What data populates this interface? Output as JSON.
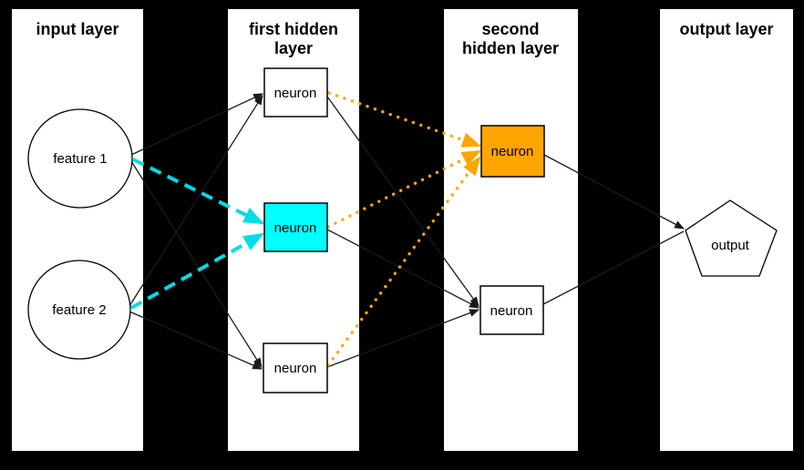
{
  "panels": [
    {
      "id": "input-layer",
      "title_lines": [
        "input layer"
      ]
    },
    {
      "id": "first-hidden-layer",
      "title_lines": [
        "first hidden",
        "layer"
      ]
    },
    {
      "id": "second-hidden-layer",
      "title_lines": [
        "second",
        "hidden layer"
      ]
    },
    {
      "id": "output-layer",
      "title_lines": [
        "output layer"
      ]
    }
  ],
  "nodes": {
    "feature1": {
      "label": "feature 1",
      "shape": "circle"
    },
    "feature2": {
      "label": "feature 2",
      "shape": "circle"
    },
    "h1_top": {
      "label": "neuron",
      "shape": "rect"
    },
    "h1_mid": {
      "label": "neuron",
      "shape": "rect",
      "highlight": "cyan"
    },
    "h1_bot": {
      "label": "neuron",
      "shape": "rect"
    },
    "h2_top": {
      "label": "neuron",
      "shape": "rect",
      "highlight": "orange"
    },
    "h2_bot": {
      "label": "neuron",
      "shape": "rect"
    },
    "output": {
      "label": "output",
      "shape": "pentagon"
    }
  },
  "edges": [
    {
      "from": "feature1",
      "to": "h1_top",
      "style": "solid-black-arrow"
    },
    {
      "from": "feature1",
      "to": "h1_bot",
      "style": "solid-black-arrow"
    },
    {
      "from": "feature2",
      "to": "h1_top",
      "style": "solid-black-arrow"
    },
    {
      "from": "feature2",
      "to": "h1_bot",
      "style": "solid-black-arrow"
    },
    {
      "from": "feature1",
      "to": "h1_mid",
      "style": "dashed-cyan-arrow"
    },
    {
      "from": "feature2",
      "to": "h1_mid",
      "style": "dashed-cyan-arrow"
    },
    {
      "from": "h1_top",
      "to": "h2_top",
      "style": "dotted-orange-arrow"
    },
    {
      "from": "h1_mid",
      "to": "h2_top",
      "style": "dotted-orange-arrow"
    },
    {
      "from": "h1_bot",
      "to": "h2_top",
      "style": "dotted-orange-arrow"
    },
    {
      "from": "h1_top",
      "to": "h2_bot",
      "style": "solid-black-arrow"
    },
    {
      "from": "h1_mid",
      "to": "h2_bot",
      "style": "solid-black-arrow"
    },
    {
      "from": "h1_bot",
      "to": "h2_bot",
      "style": "solid-black-arrow"
    },
    {
      "from": "h2_top",
      "to": "output",
      "style": "solid-black-arrow"
    },
    {
      "from": "h2_bot",
      "to": "output",
      "style": "solid-black-arrow"
    }
  ],
  "colors": {
    "background": "#000000",
    "panel": "#ffffff",
    "node_fill": "#ffffff",
    "edge": "#1a1a1a",
    "cyan_highlight": "#00ffff",
    "cyan_edge": "#00dde9",
    "orange_highlight": "#ffa500",
    "orange_edge": "#ffa500",
    "text": "#000000"
  }
}
